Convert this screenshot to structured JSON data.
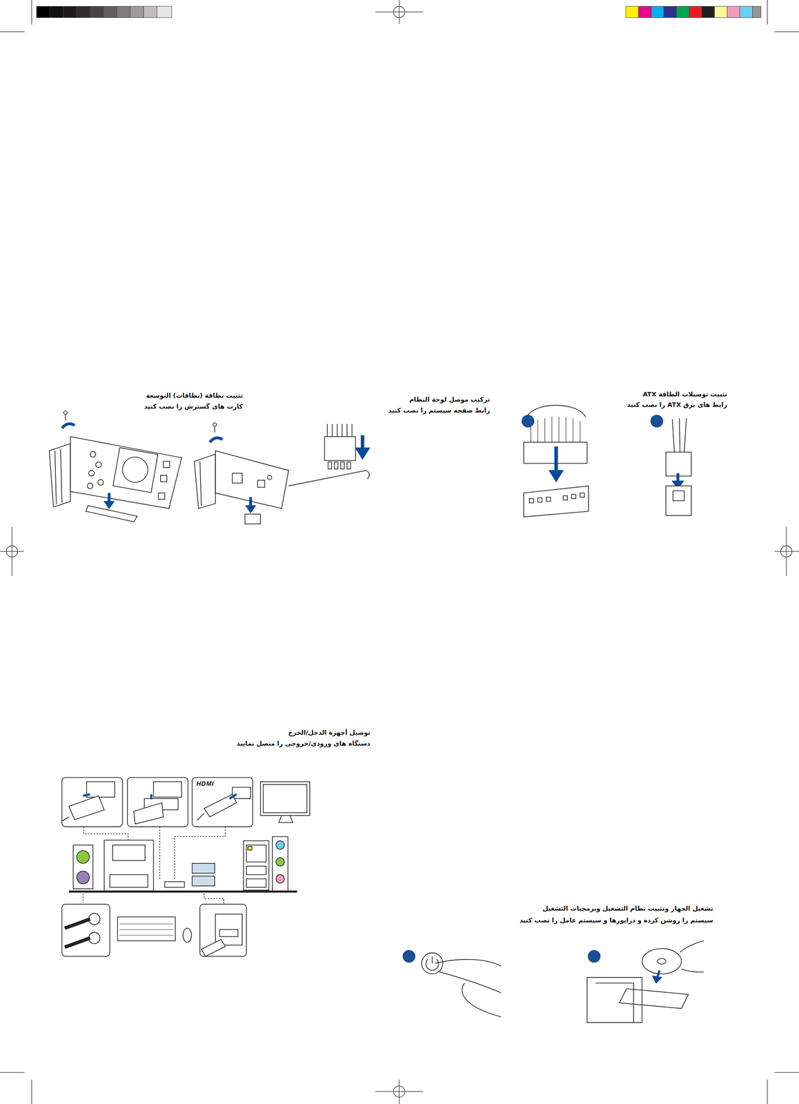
{
  "diagram": {
    "labels": [
      "تثبيت بطاقة (بطاقات) التوسعة",
      "کارت های گسترش را نصب کنید",
      "تركيب موصل لوحة النظام",
      "رابط صفحه سیستم را نصب کنید",
      "تثبيت توصيلات الطاقة ATX",
      "رابط های برق ATX را نصب کنید",
      "توصيل أجهزة الدخل/الخرج",
      "دستگاه های ورودی/خروجی را متصل نمایید",
      "تشغيل الجهاز وتثبيت نظام التشغيل وبرمجيات التشغيل",
      "سیستم را روشن کرده و درایورها و سیستم عامل را نصب کنید",
      "HDMI"
    ]
  }
}
